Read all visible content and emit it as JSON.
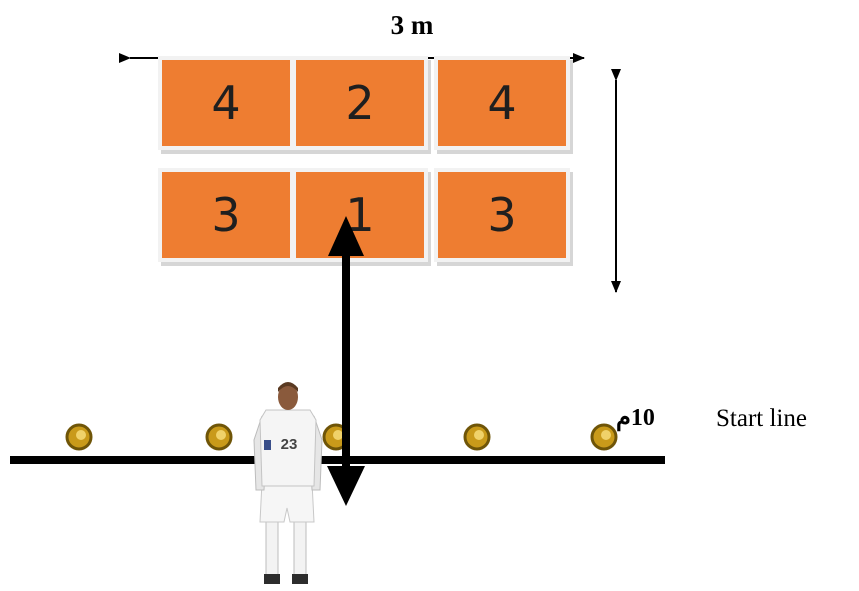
{
  "labels": {
    "width": "3 m",
    "distance": "10م",
    "start_line": "Start line"
  },
  "grid": {
    "top_row": [
      "4",
      "2",
      "4"
    ],
    "bottom_row": [
      "3",
      "1",
      "3"
    ]
  },
  "player": {
    "jersey_number": "23"
  },
  "colors": {
    "target_fill": "#ee7d31",
    "line": "#000000",
    "ball": "#c99a1a"
  }
}
